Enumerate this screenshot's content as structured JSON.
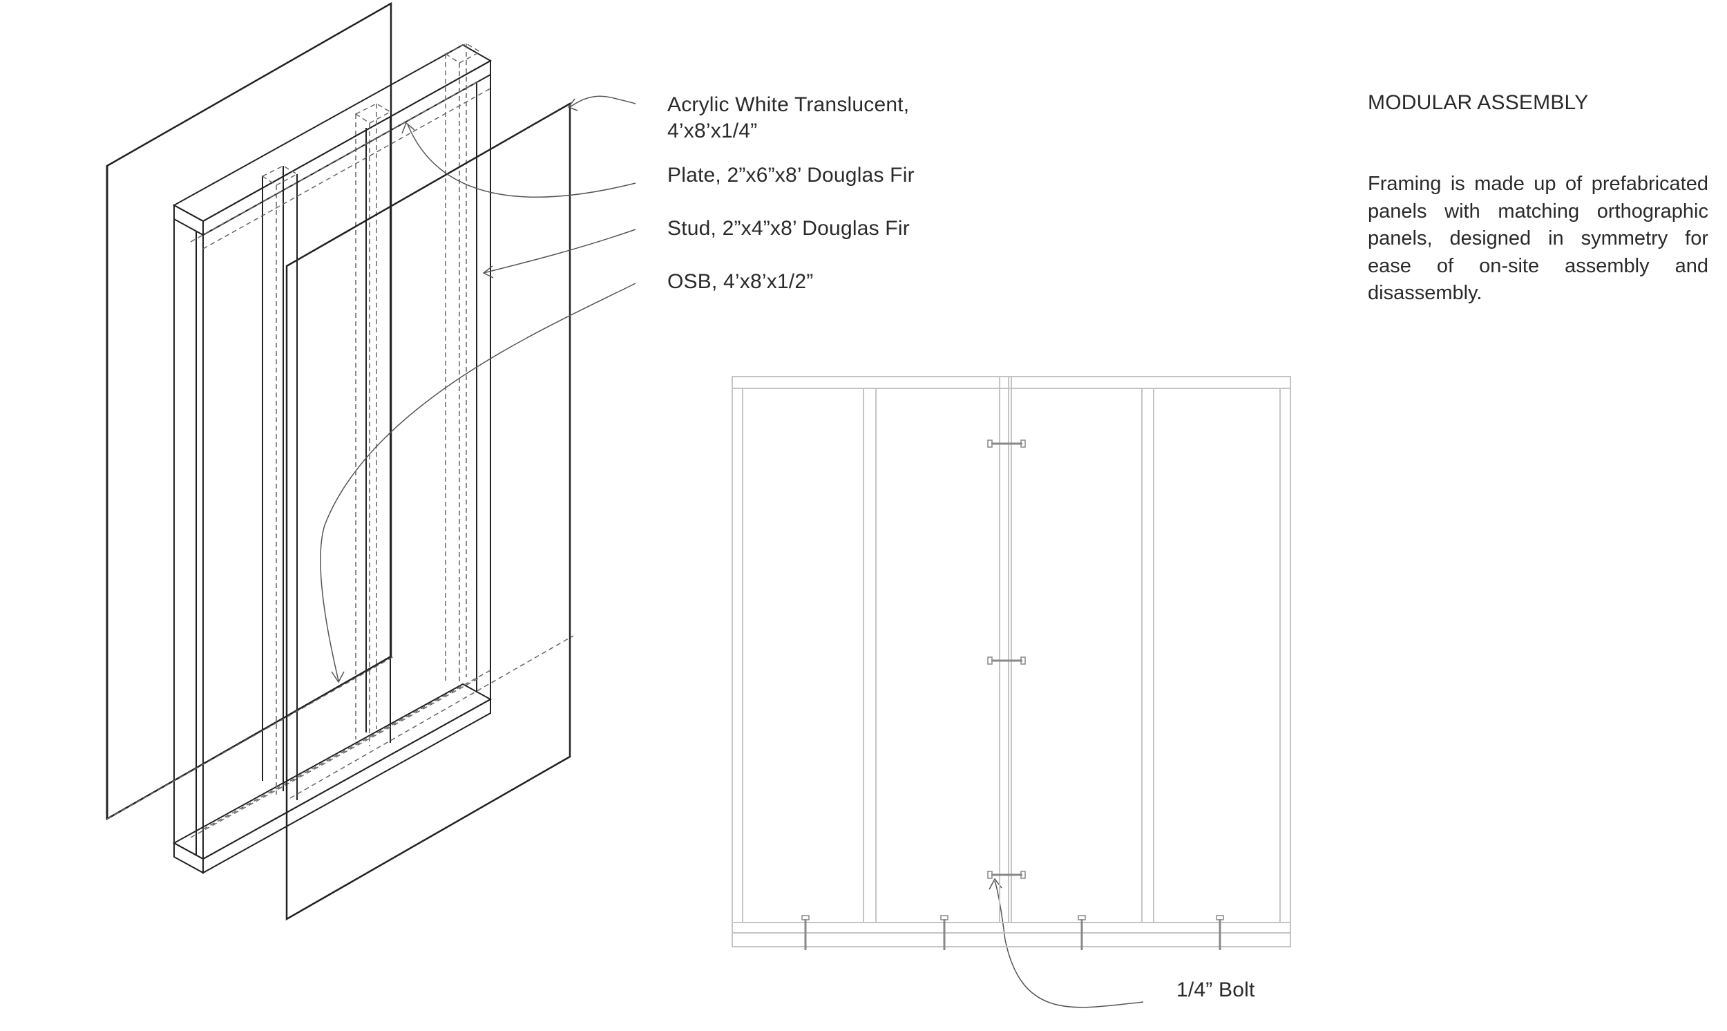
{
  "heading": "MODULAR ASSEMBLY",
  "description": "Framing is made up of prefabricated panels with matching orthographic panels, designed in symmetry for ease of on-site assembly and disassembly.",
  "callouts": {
    "acrylic_line1": "Acrylic White  Translucent,",
    "acrylic_line2": "4’x8’x1/4”",
    "plate": "Plate, 2”x6”x8’ Douglas Fir",
    "stud": "Stud, 2”x4”x8’ Douglas Fir",
    "osb": "OSB, 4’x8’x1/2”",
    "bolt": "1/4” Bolt"
  },
  "colors": {
    "ink": "#2a2a2a",
    "frame_line": "#c4c4c4",
    "bolt": "#888888"
  }
}
